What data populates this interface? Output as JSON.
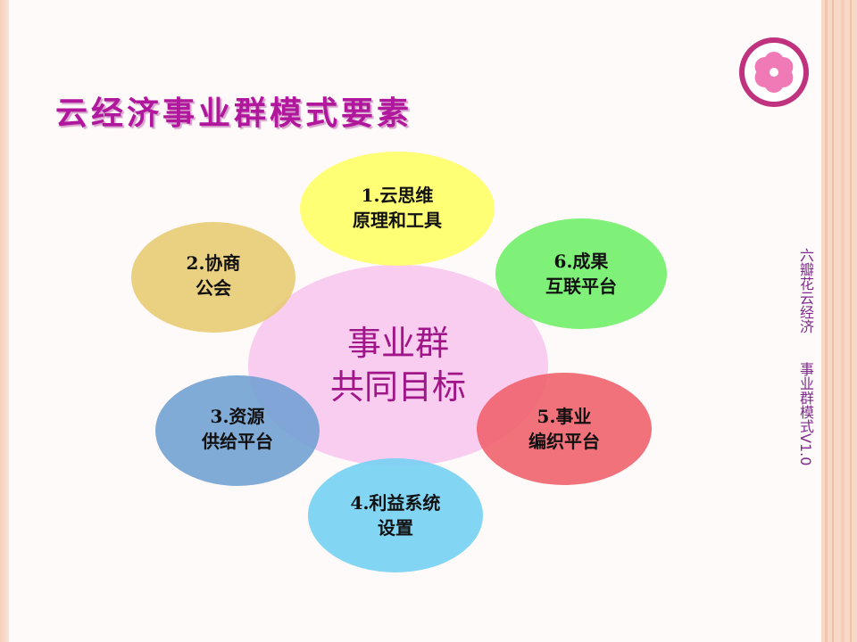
{
  "slide": {
    "title": "云经济事业群模式要素",
    "vertical_caption": "六瓣花云经济　　事业群模式V1.0",
    "logo_icon": "six-petal-flower-logo"
  },
  "diagram": {
    "center": {
      "lines": [
        "事业群",
        "共同目标"
      ],
      "color": "#f9c9ef"
    },
    "nodes": [
      {
        "id": 1,
        "lines": [
          "1.云思维",
          "原理和工具"
        ],
        "color": "#ffff6a"
      },
      {
        "id": 2,
        "lines": [
          "2.协商",
          "公会"
        ],
        "color": "#e6c96b"
      },
      {
        "id": 3,
        "lines": [
          "3.资源",
          "供给平台"
        ],
        "color": "#6f9fd1"
      },
      {
        "id": 4,
        "lines": [
          "4.利益系统",
          "设置"
        ],
        "color": "#74d2f3"
      },
      {
        "id": 5,
        "lines": [
          "5.事业",
          "编织平台"
        ],
        "color": "#f1636e"
      },
      {
        "id": 6,
        "lines": [
          "6.成果",
          "互联平台"
        ],
        "color": "#74f06c"
      }
    ]
  },
  "colors": {
    "title": "#b0179c",
    "center_text": "#a01689",
    "right_band": "#f7d9c8",
    "left_border": "#f6d0b9"
  }
}
